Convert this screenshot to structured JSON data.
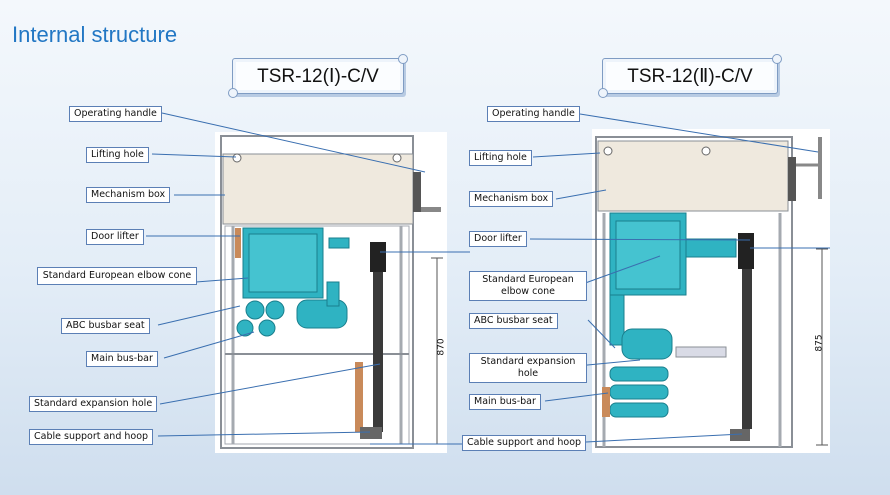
{
  "title": "Internal structure",
  "models": [
    {
      "name": "TSR-12(Ⅰ)-C/V",
      "dimension": "870"
    },
    {
      "name": "TSR-12(Ⅱ)-C/V",
      "dimension": "875"
    }
  ],
  "left_labels": {
    "operating_handle": "Operating handle",
    "lifting_hole": "Lifting hole",
    "mechanism_box": "Mechanism box",
    "door_lifter": "Door lifter",
    "elbow_cone": "Standard European elbow cone",
    "abc_busbar_seat": "ABC busbar seat",
    "main_bus_bar": "Main bus-bar",
    "expansion_hole": "Standard expansion hole",
    "cable_support": "Cable support and hoop"
  },
  "right_labels": {
    "operating_handle": "Operating handle",
    "lifting_hole": "Lifting hole",
    "mechanism_box": "Mechanism box",
    "door_lifter": "Door lifter",
    "elbow_cone": "Standard European elbow cone",
    "abc_busbar_seat": "ABC busbar seat",
    "expansion_hole": "Standard expansion hole",
    "main_bus_bar": "Main bus-bar",
    "cable_support": "Cable support and hoop"
  },
  "colors": {
    "title": "#2277c4",
    "label_border": "#5b7fb5",
    "leader_line": "#3a6fb0",
    "mechanism_box": "#efe9de",
    "tank": "#2fb3c2",
    "frame": "#8a8f96",
    "copper": "#c98a5a"
  }
}
